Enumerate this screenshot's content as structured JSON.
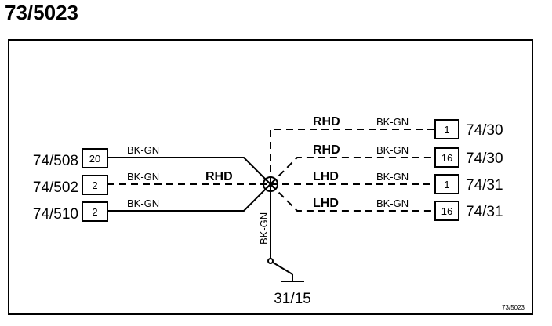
{
  "title": "73/5023",
  "wire_color": "BK-GN",
  "ground_ref": "31/15",
  "figure_id": "73/5023",
  "left_connectors": [
    {
      "ref": "74/508",
      "pin": "20"
    },
    {
      "ref": "74/502",
      "pin": "2"
    },
    {
      "ref": "74/510",
      "pin": "2"
    }
  ],
  "right_connectors": [
    {
      "ref": "74/30",
      "pin": "1",
      "variant": "RHD"
    },
    {
      "ref": "74/30",
      "pin": "16",
      "variant": "RHD"
    },
    {
      "ref": "74/31",
      "pin": "1",
      "variant": "LHD"
    },
    {
      "ref": "74/31",
      "pin": "16",
      "variant": "LHD"
    }
  ],
  "left_variant": "RHD"
}
